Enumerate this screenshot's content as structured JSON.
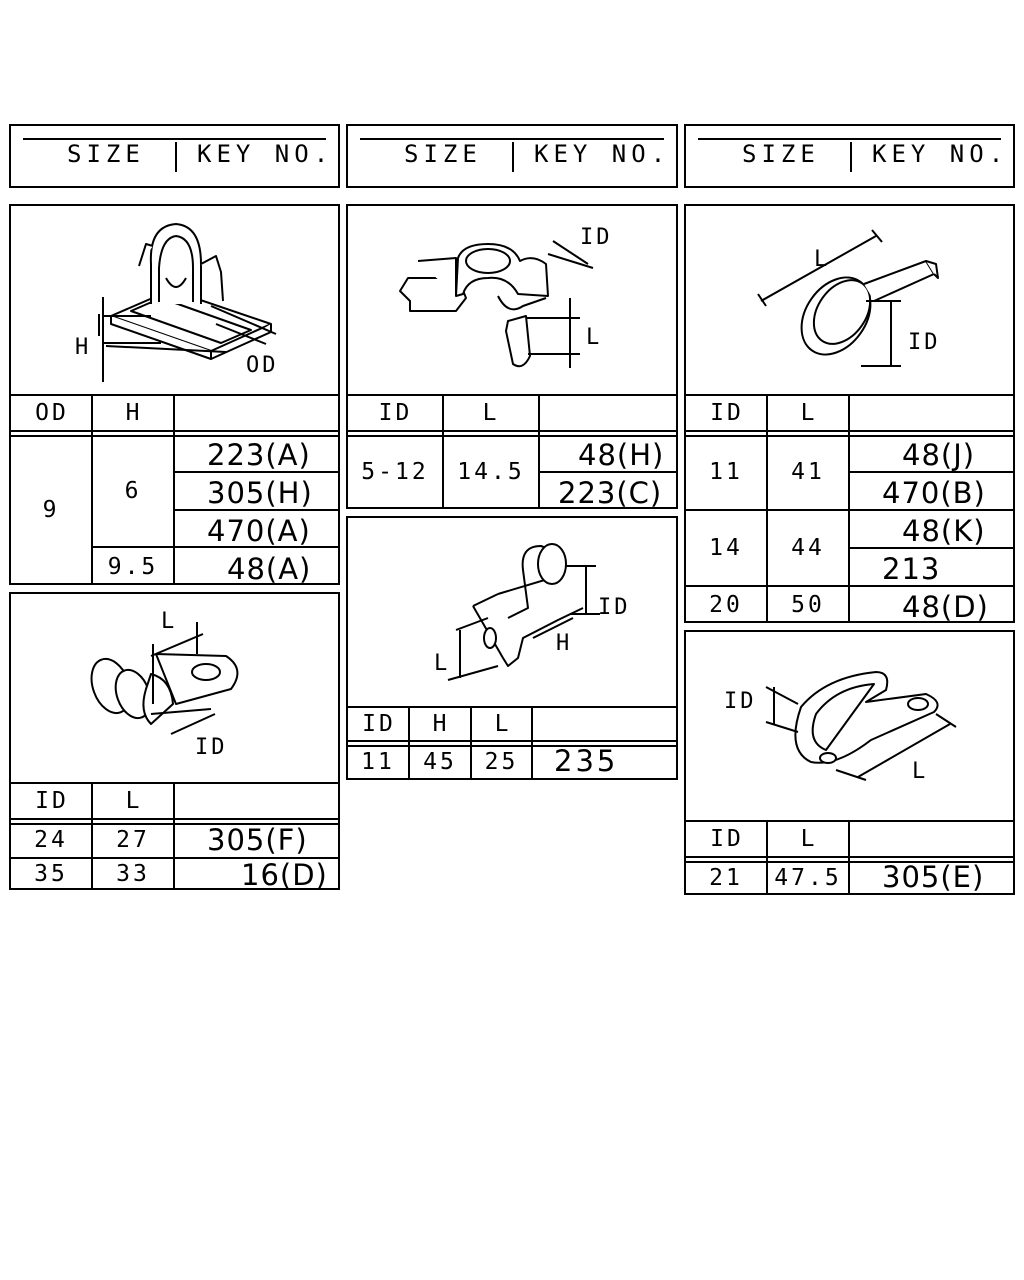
{
  "headers": [
    {
      "size": "SIZE",
      "key": "KEY NO."
    },
    {
      "size": "SIZE",
      "key": "KEY NO."
    },
    {
      "size": "SIZE",
      "key": "KEY NO."
    }
  ],
  "panel_push_clip": {
    "dims": {
      "od": "OD",
      "h": "H"
    },
    "columns": [
      "OD",
      "H"
    ],
    "od": "9",
    "h_a": "6",
    "h_b": "9.5",
    "keys": [
      "223(A)",
      "305(H)",
      "470(A)",
      "48(A)"
    ]
  },
  "panel_pipe_holder": {
    "dims": {
      "id": "ID",
      "l": "L"
    },
    "columns": [
      "ID",
      "L"
    ],
    "id": "5-12",
    "l": "14.5",
    "keys": [
      "48(H)",
      "223(C)"
    ]
  },
  "panel_ring_clamp": {
    "dims": {
      "id": "ID",
      "l": "L"
    },
    "columns": [
      "ID",
      "L"
    ],
    "rows": [
      {
        "id": "11",
        "l": "41",
        "keys": [
          "48(J)",
          "470(B)"
        ]
      },
      {
        "id": "14",
        "l": "44",
        "keys": [
          "48(K)",
          "213"
        ]
      },
      {
        "id": "20",
        "l": "50",
        "keys": [
          "48(D)"
        ]
      }
    ]
  },
  "panel_cushion_clamp": {
    "dims": {
      "id": "ID",
      "l": "L"
    },
    "columns": [
      "ID",
      "L"
    ],
    "rows": [
      {
        "id": "24",
        "l": "27",
        "key": "305(F)"
      },
      {
        "id": "35",
        "l": "33",
        "key": "16(D)"
      }
    ]
  },
  "panel_p_clamp": {
    "dims": {
      "id": "ID",
      "h": "H",
      "l": "L"
    },
    "columns": [
      "ID",
      "H",
      "L"
    ],
    "row": {
      "id": "11",
      "h": "45",
      "l": "25",
      "key": "235"
    }
  },
  "panel_loop_clamp": {
    "dims": {
      "id": "ID",
      "l": "L"
    },
    "columns": [
      "ID",
      "L"
    ],
    "row": {
      "id": "21",
      "l": "47.5",
      "key": "305(E)"
    }
  }
}
